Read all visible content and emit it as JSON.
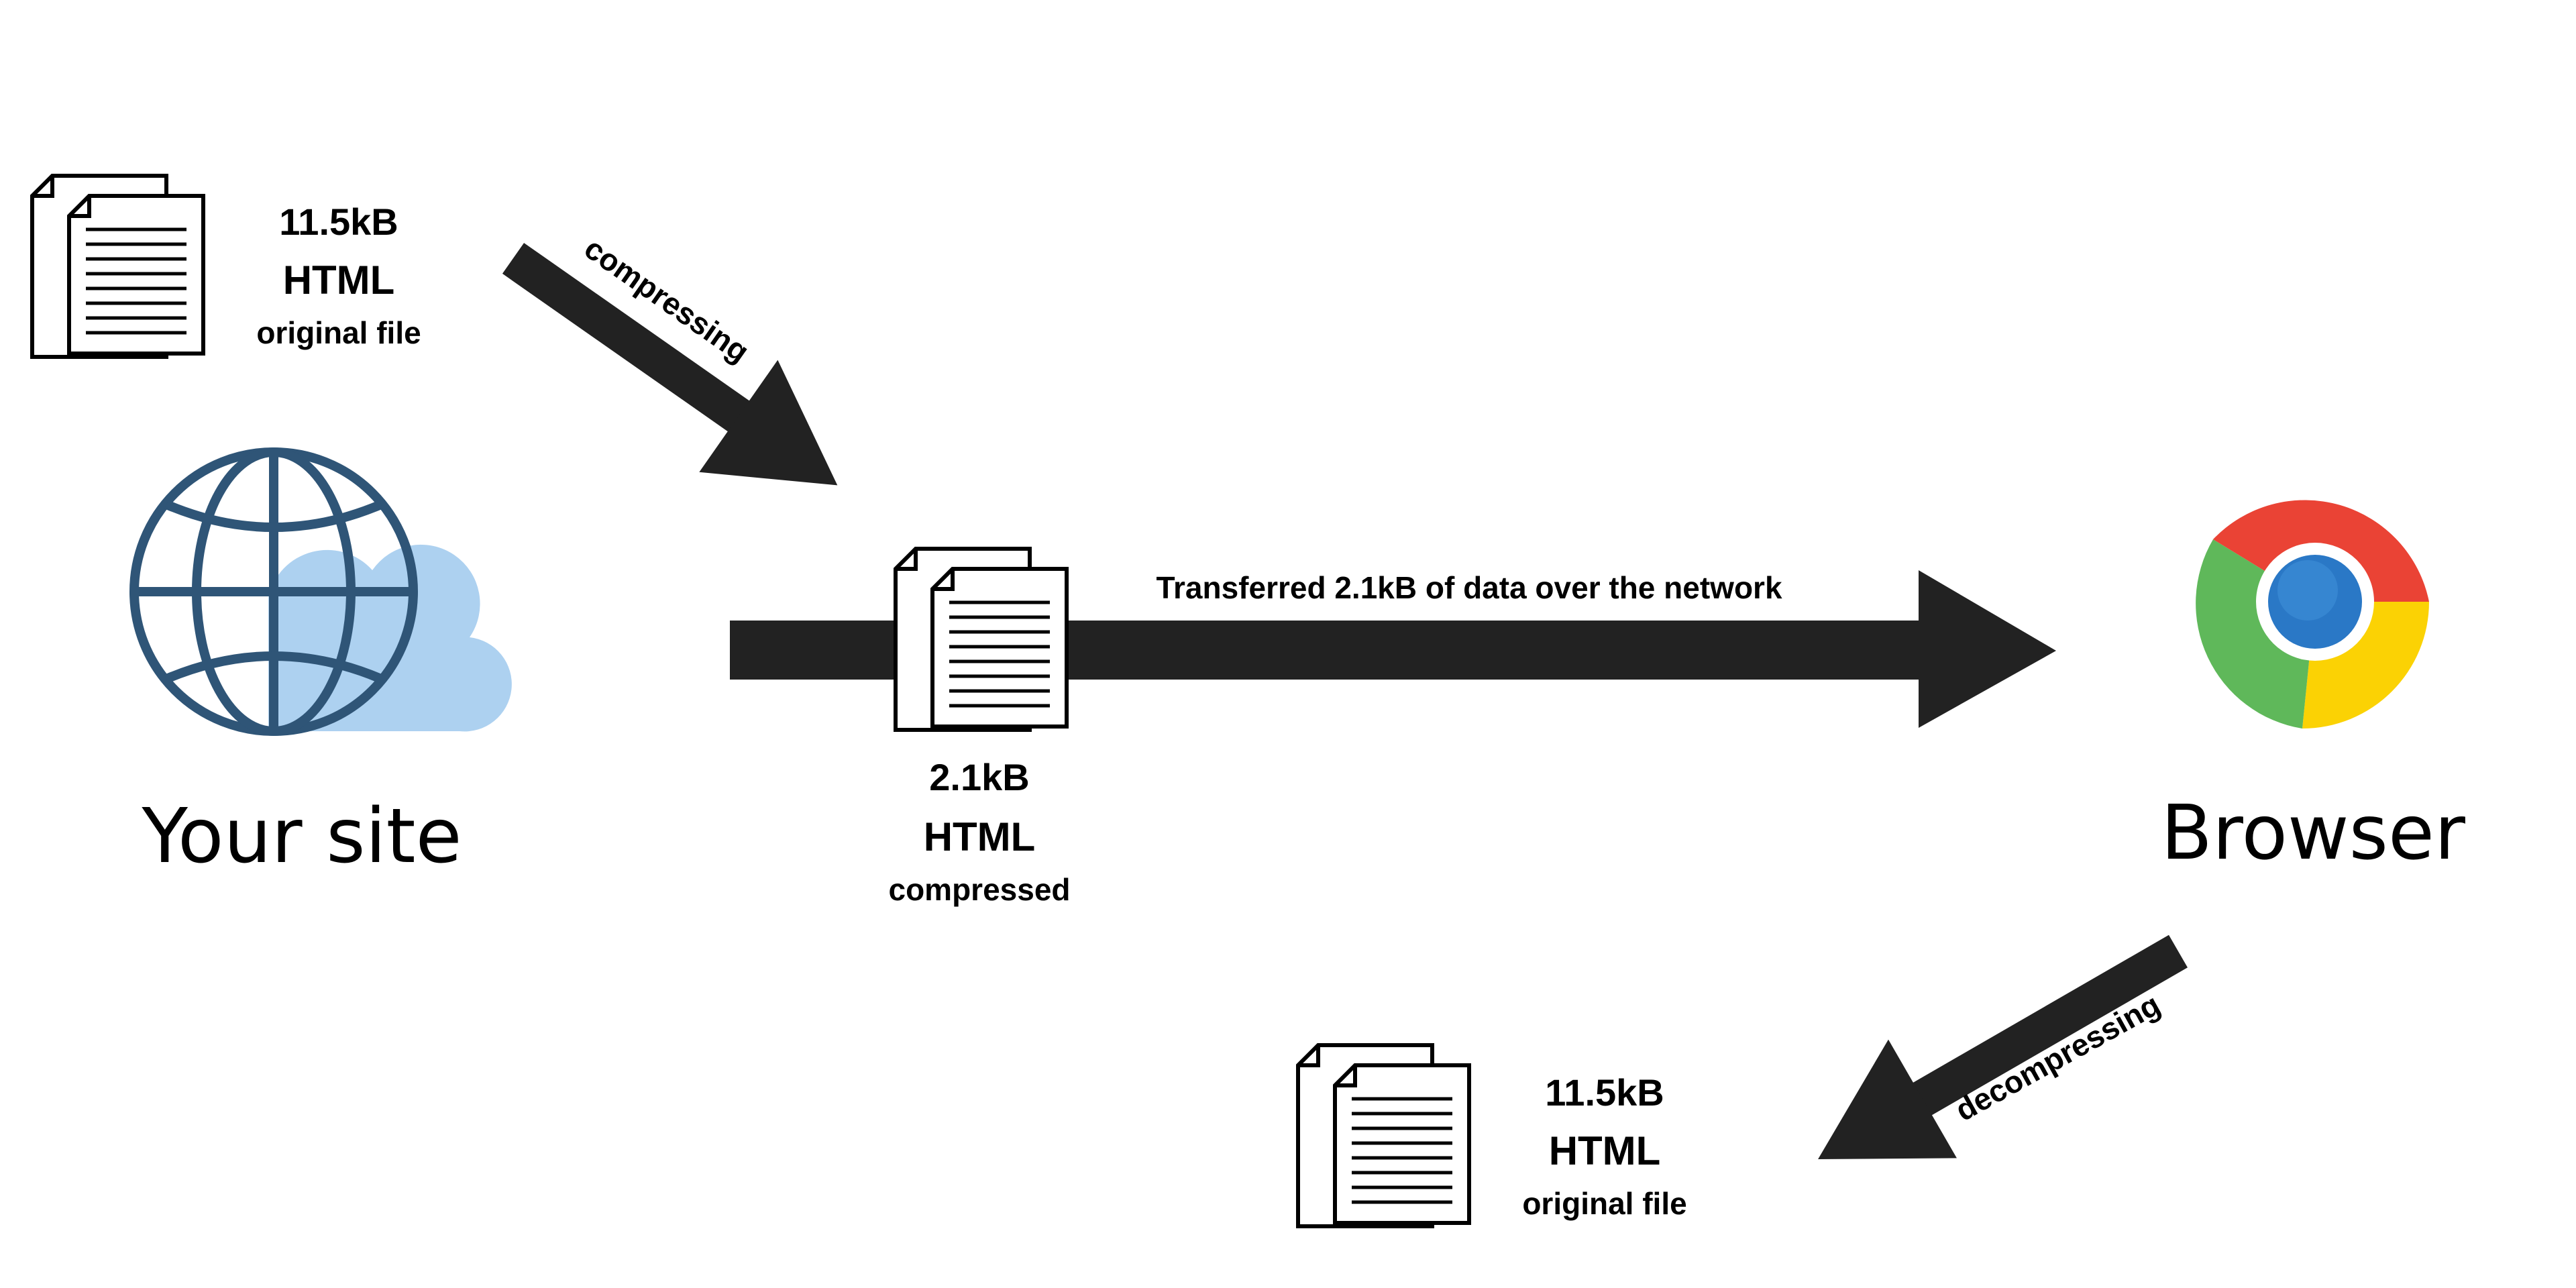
{
  "source_file": {
    "size": "11.5kB",
    "type": "HTML",
    "description": "original file"
  },
  "compressed_file": {
    "size": "2.1kB",
    "type": "HTML",
    "description": "compressed"
  },
  "output_file": {
    "size": "11.5kB",
    "type": "HTML",
    "description": "original file"
  },
  "nodes": {
    "site": "Your site",
    "browser": "Browser"
  },
  "arrows": {
    "compress": "compressing",
    "transfer": "Transferred 2.1kB of data over the network",
    "decompress": "decompressing"
  },
  "colors": {
    "arrow": "#222222",
    "globe": "#2f5577",
    "cloud": "#add1f0",
    "chrome_red": "#ea4335",
    "chrome_yellow": "#fbd204",
    "chrome_green": "#5fb85a",
    "chrome_blue": "#2a78c6"
  },
  "icons": {
    "document": "document-stack-icon",
    "globe": "globe-icon",
    "cloud": "cloud-icon",
    "browser": "chrome-browser-icon"
  }
}
